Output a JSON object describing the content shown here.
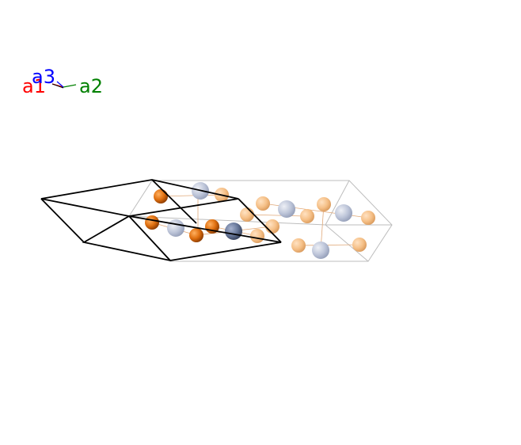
{
  "axes": {
    "a1": {
      "label": "a1",
      "color": "#ff0000"
    },
    "a2": {
      "label": "a2",
      "color": "#008000"
    },
    "a3": {
      "label": "a3",
      "color": "#0000ff"
    }
  },
  "colors": {
    "background": "#ffffff",
    "primary_cell": "#000000",
    "supercell": "#bdbdbd",
    "bond": "#e0a878",
    "atom_orange": "#e07010",
    "atom_orange_faded": "#f5bf86",
    "atom_blue": "#6a7a9c",
    "atom_blue_faded": "#bcc4d8"
  },
  "structure": {
    "atom_species": [
      "orange",
      "blue"
    ]
  }
}
